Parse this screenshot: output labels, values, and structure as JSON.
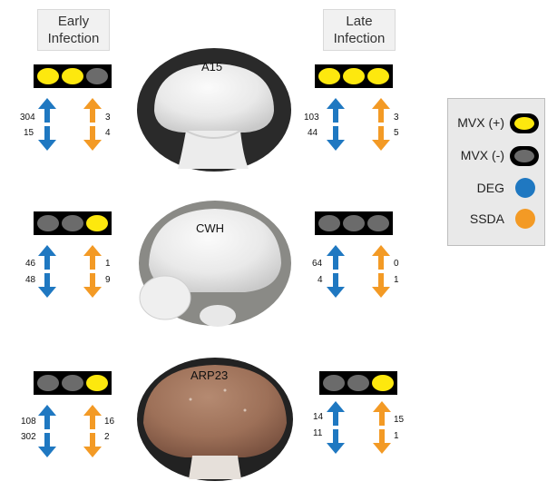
{
  "headers": {
    "early": [
      "Early",
      "Infection"
    ],
    "late": [
      "Late",
      "Infection"
    ]
  },
  "colors": {
    "mvx_pos": "#fde80e",
    "mvx_neg": "#6b6b6b",
    "deg": "#1f78c1",
    "ssda": "#f39a25"
  },
  "rows": [
    {
      "label": "A15",
      "early": {
        "strip": [
          1,
          1,
          0
        ],
        "deg_up": "304",
        "deg_down": "15",
        "ssda_up": "3",
        "ssda_down": "4"
      },
      "late": {
        "strip": [
          1,
          1,
          1
        ],
        "deg_up": "103",
        "deg_down": "44",
        "ssda_up": "3",
        "ssda_down": "5"
      }
    },
    {
      "label": "CWH",
      "early": {
        "strip": [
          0,
          0,
          1
        ],
        "deg_up": "46",
        "deg_down": "48",
        "ssda_up": "1",
        "ssda_down": "9"
      },
      "late": {
        "strip": [
          0,
          0,
          0
        ],
        "deg_up": "64",
        "deg_down": "4",
        "ssda_up": "0",
        "ssda_down": "1"
      }
    },
    {
      "label": "ARP23",
      "early": {
        "strip": [
          0,
          0,
          1
        ],
        "deg_up": "108",
        "deg_down": "302",
        "ssda_up": "16",
        "ssda_down": "2"
      },
      "late": {
        "strip": [
          0,
          0,
          1
        ],
        "deg_up": "14",
        "deg_down": "11",
        "ssda_up": "15",
        "ssda_down": "1"
      }
    }
  ],
  "legend": {
    "mvx_pos": "MVX (+)",
    "mvx_neg": "MVX (-)",
    "deg": "DEG",
    "ssda": "SSDA"
  }
}
